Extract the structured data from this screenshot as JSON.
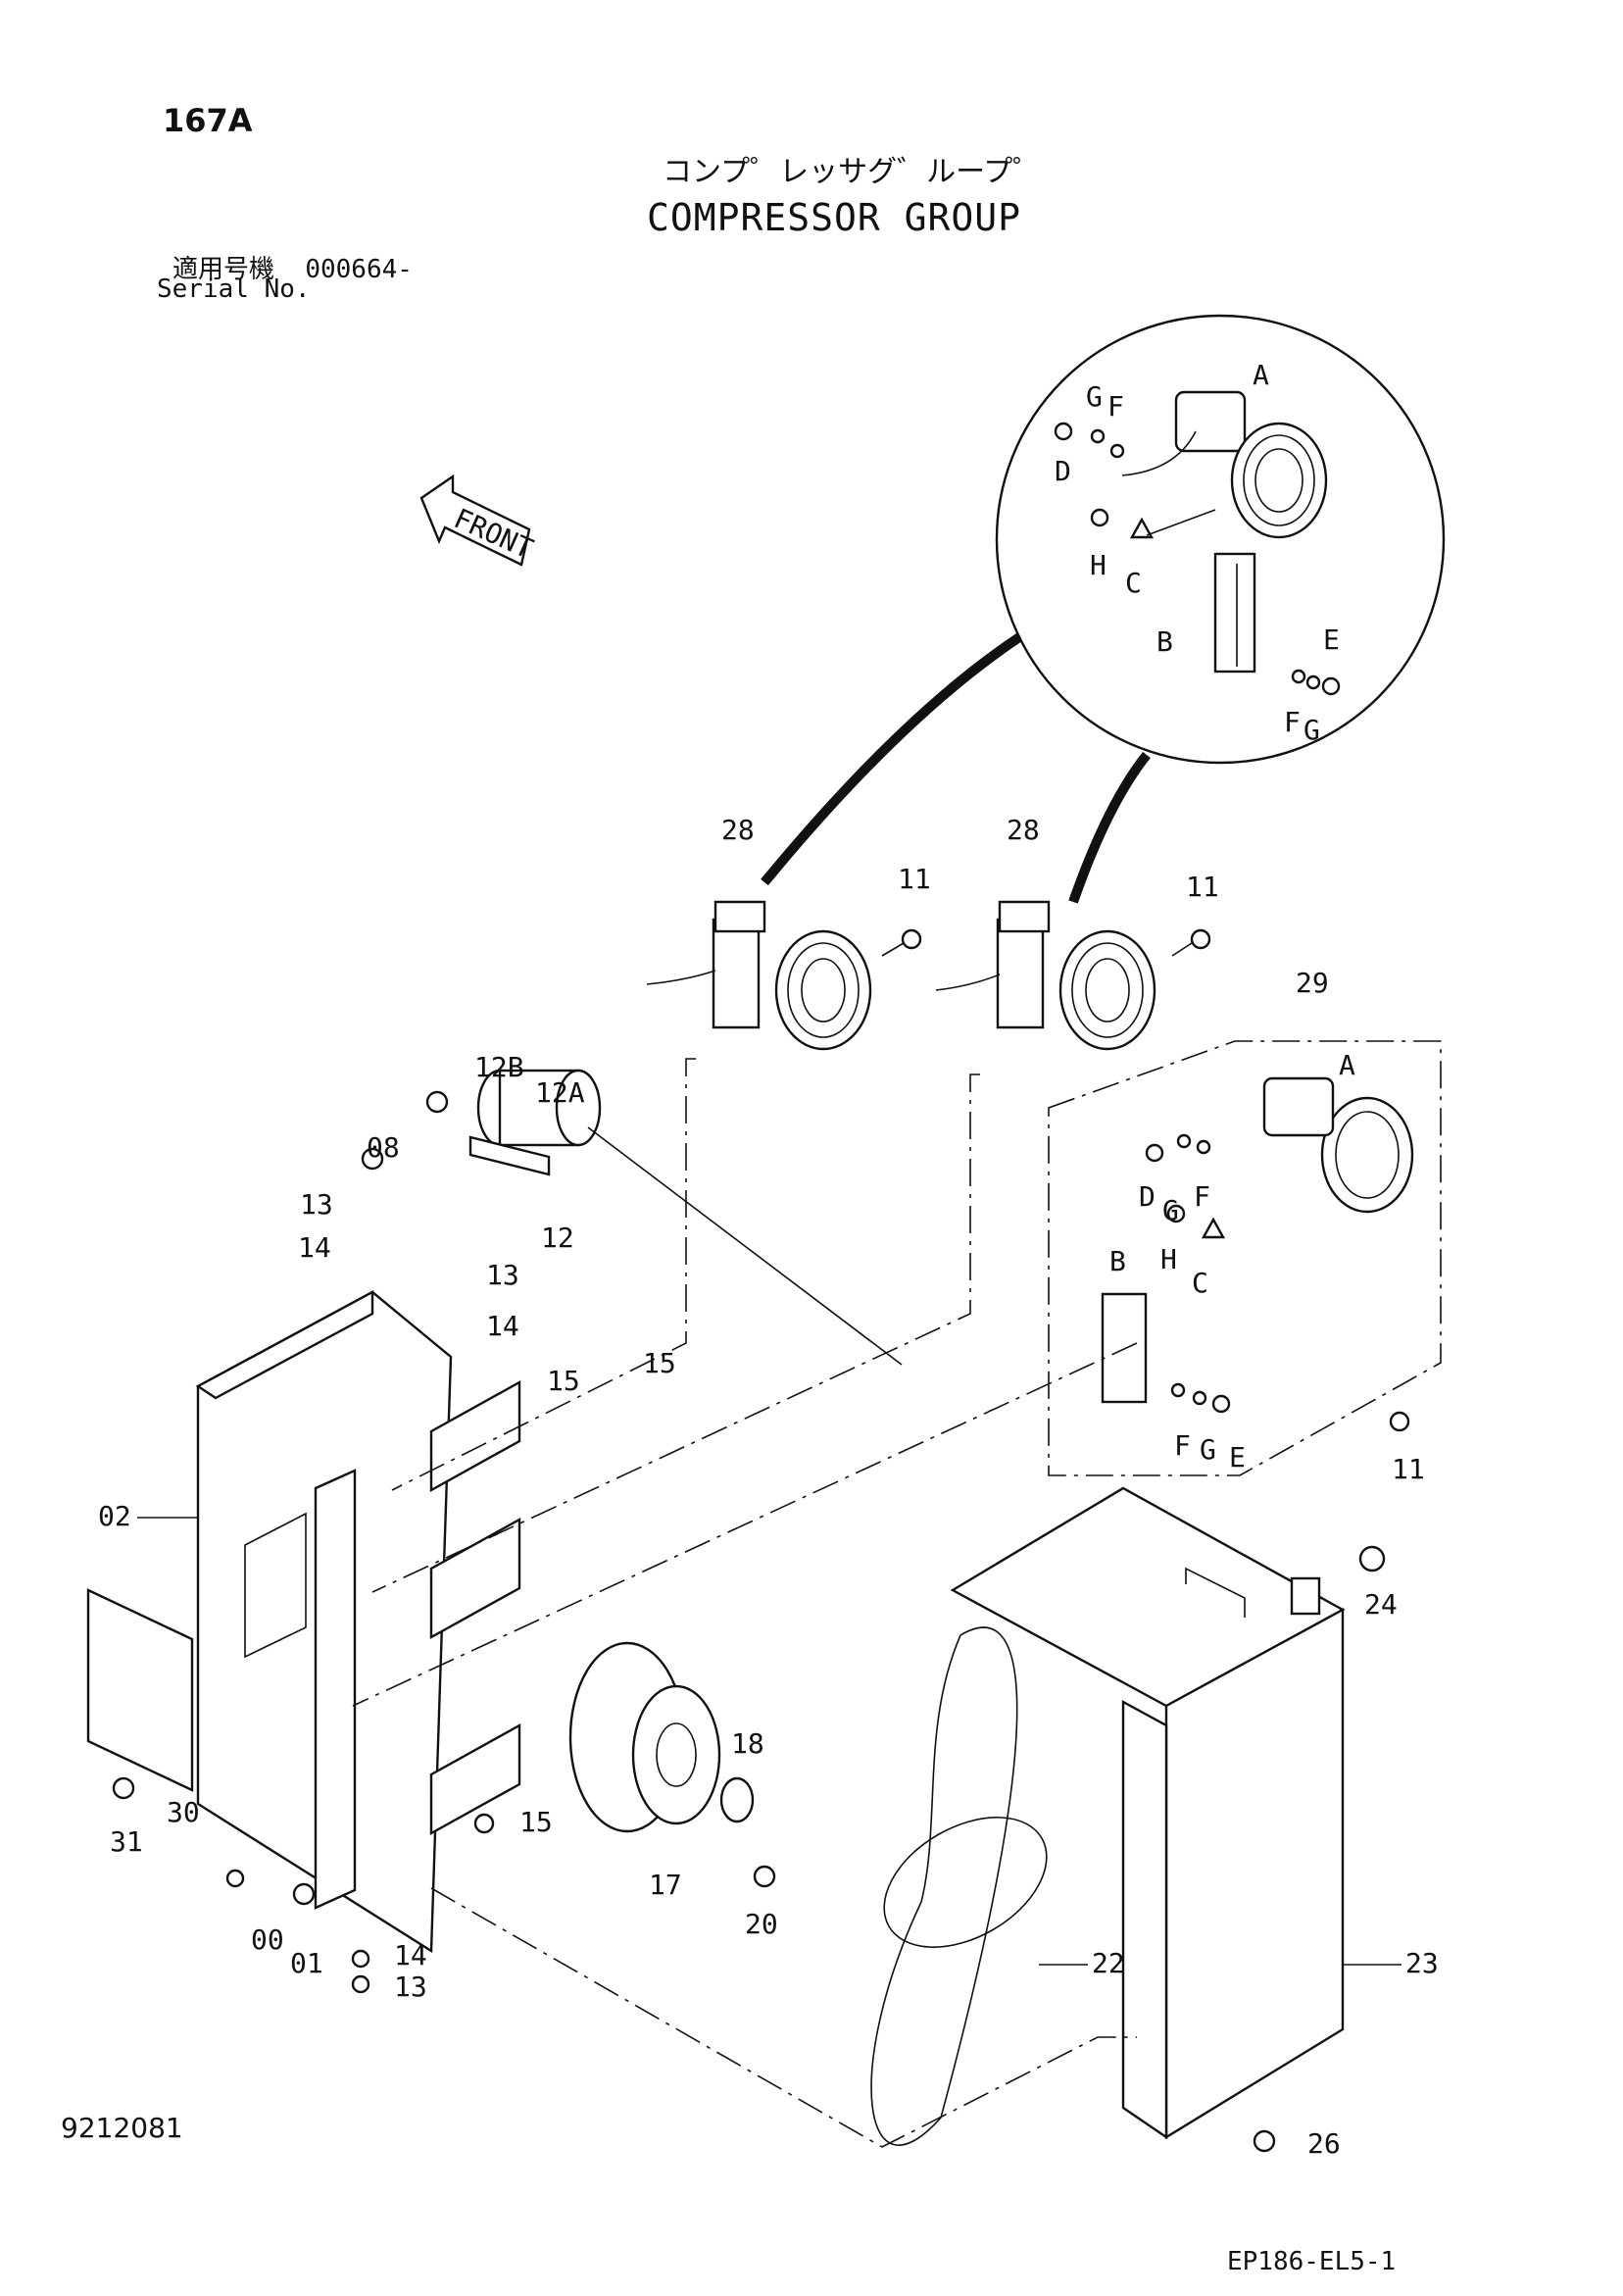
{
  "header": {
    "page_number": "167A",
    "title_jp": "コンプ゜レッサグ゛ループ゜",
    "title_en": "COMPRESSOR GROUP",
    "serial_label_jp": "適用号機",
    "serial_value": "000664-",
    "serial_label_en": "Serial No."
  },
  "footer": {
    "drawing_number": "9212081",
    "reference_code": "EP186-EL5-1"
  },
  "diagram": {
    "front_label": "FRONT",
    "labels": {
      "p00": "00",
      "p01": "01",
      "p02": "02",
      "p08": "08",
      "p11a": "11",
      "p11b": "11",
      "p11c": "11",
      "p12": "12",
      "p12A": "12A",
      "p12B": "12B",
      "p13a": "13",
      "p13b": "13",
      "p13c": "13",
      "p14a": "14",
      "p14b": "14",
      "p14c": "14",
      "p15a": "15",
      "p15b": "15",
      "p15c": "15",
      "p17": "17",
      "p18": "18",
      "p20": "20",
      "p22": "22",
      "p23": "23",
      "p24": "24",
      "p26": "26",
      "p28a": "28",
      "p28b": "28",
      "p29": "29",
      "p30": "30",
      "p31": "31",
      "cA": "A",
      "cB": "B",
      "cC": "C",
      "cD": "D",
      "cE": "E",
      "cF1": "F",
      "cF2": "F",
      "cG1": "G",
      "cG2": "G",
      "cH": "H",
      "kA": "A",
      "kB": "B",
      "kC": "C",
      "kD": "D",
      "kE": "E",
      "kF": "F",
      "kG": "G",
      "kH": "H"
    }
  }
}
